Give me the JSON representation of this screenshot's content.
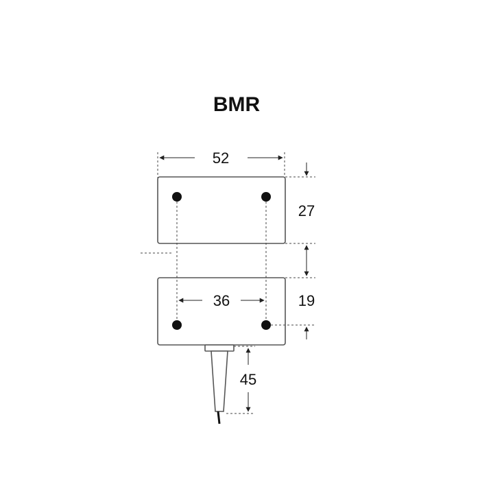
{
  "title": "BMR",
  "dimensions": {
    "width": "52",
    "height_top": "27",
    "gap_bottom": "19",
    "hole_spacing": "36",
    "cable_length": "45"
  },
  "colors": {
    "ink": "#111111",
    "outline": "#555555"
  }
}
